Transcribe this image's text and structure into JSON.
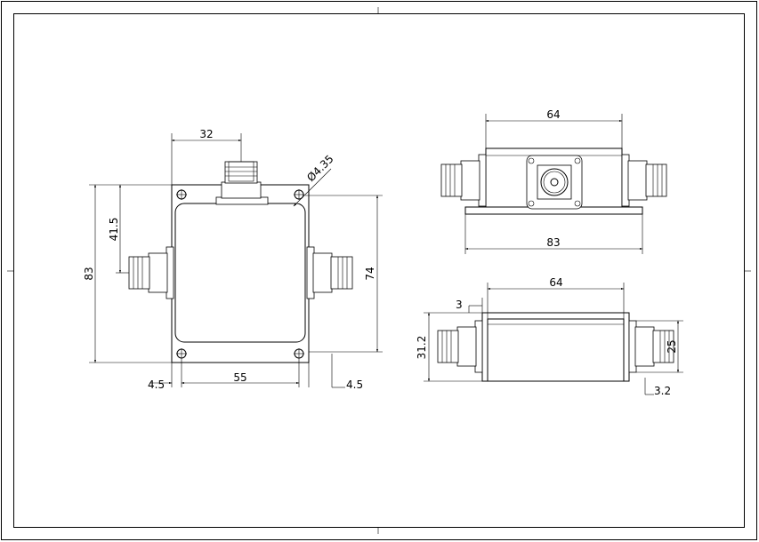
{
  "drawing": {
    "front_view": {
      "dims": {
        "connector_offset": "32",
        "hole_dia": "Ø4.35",
        "height_overall": "83",
        "height_side_conn": "41.5",
        "height_body": "74",
        "hole_spacing": "55",
        "hole_margin_left": "4.5",
        "hole_margin_right": "4.5"
      }
    },
    "top_view": {
      "dims": {
        "body_width": "64",
        "flange_width": "83"
      }
    },
    "side_view": {
      "dims": {
        "body_width": "64",
        "flange_offset": "3",
        "height_flange": "31.2",
        "height_body": "25",
        "thickness": "3.2"
      }
    }
  },
  "colors": {
    "line": "#000000",
    "body_fill": "#ffffff",
    "background": "#ffffff"
  }
}
